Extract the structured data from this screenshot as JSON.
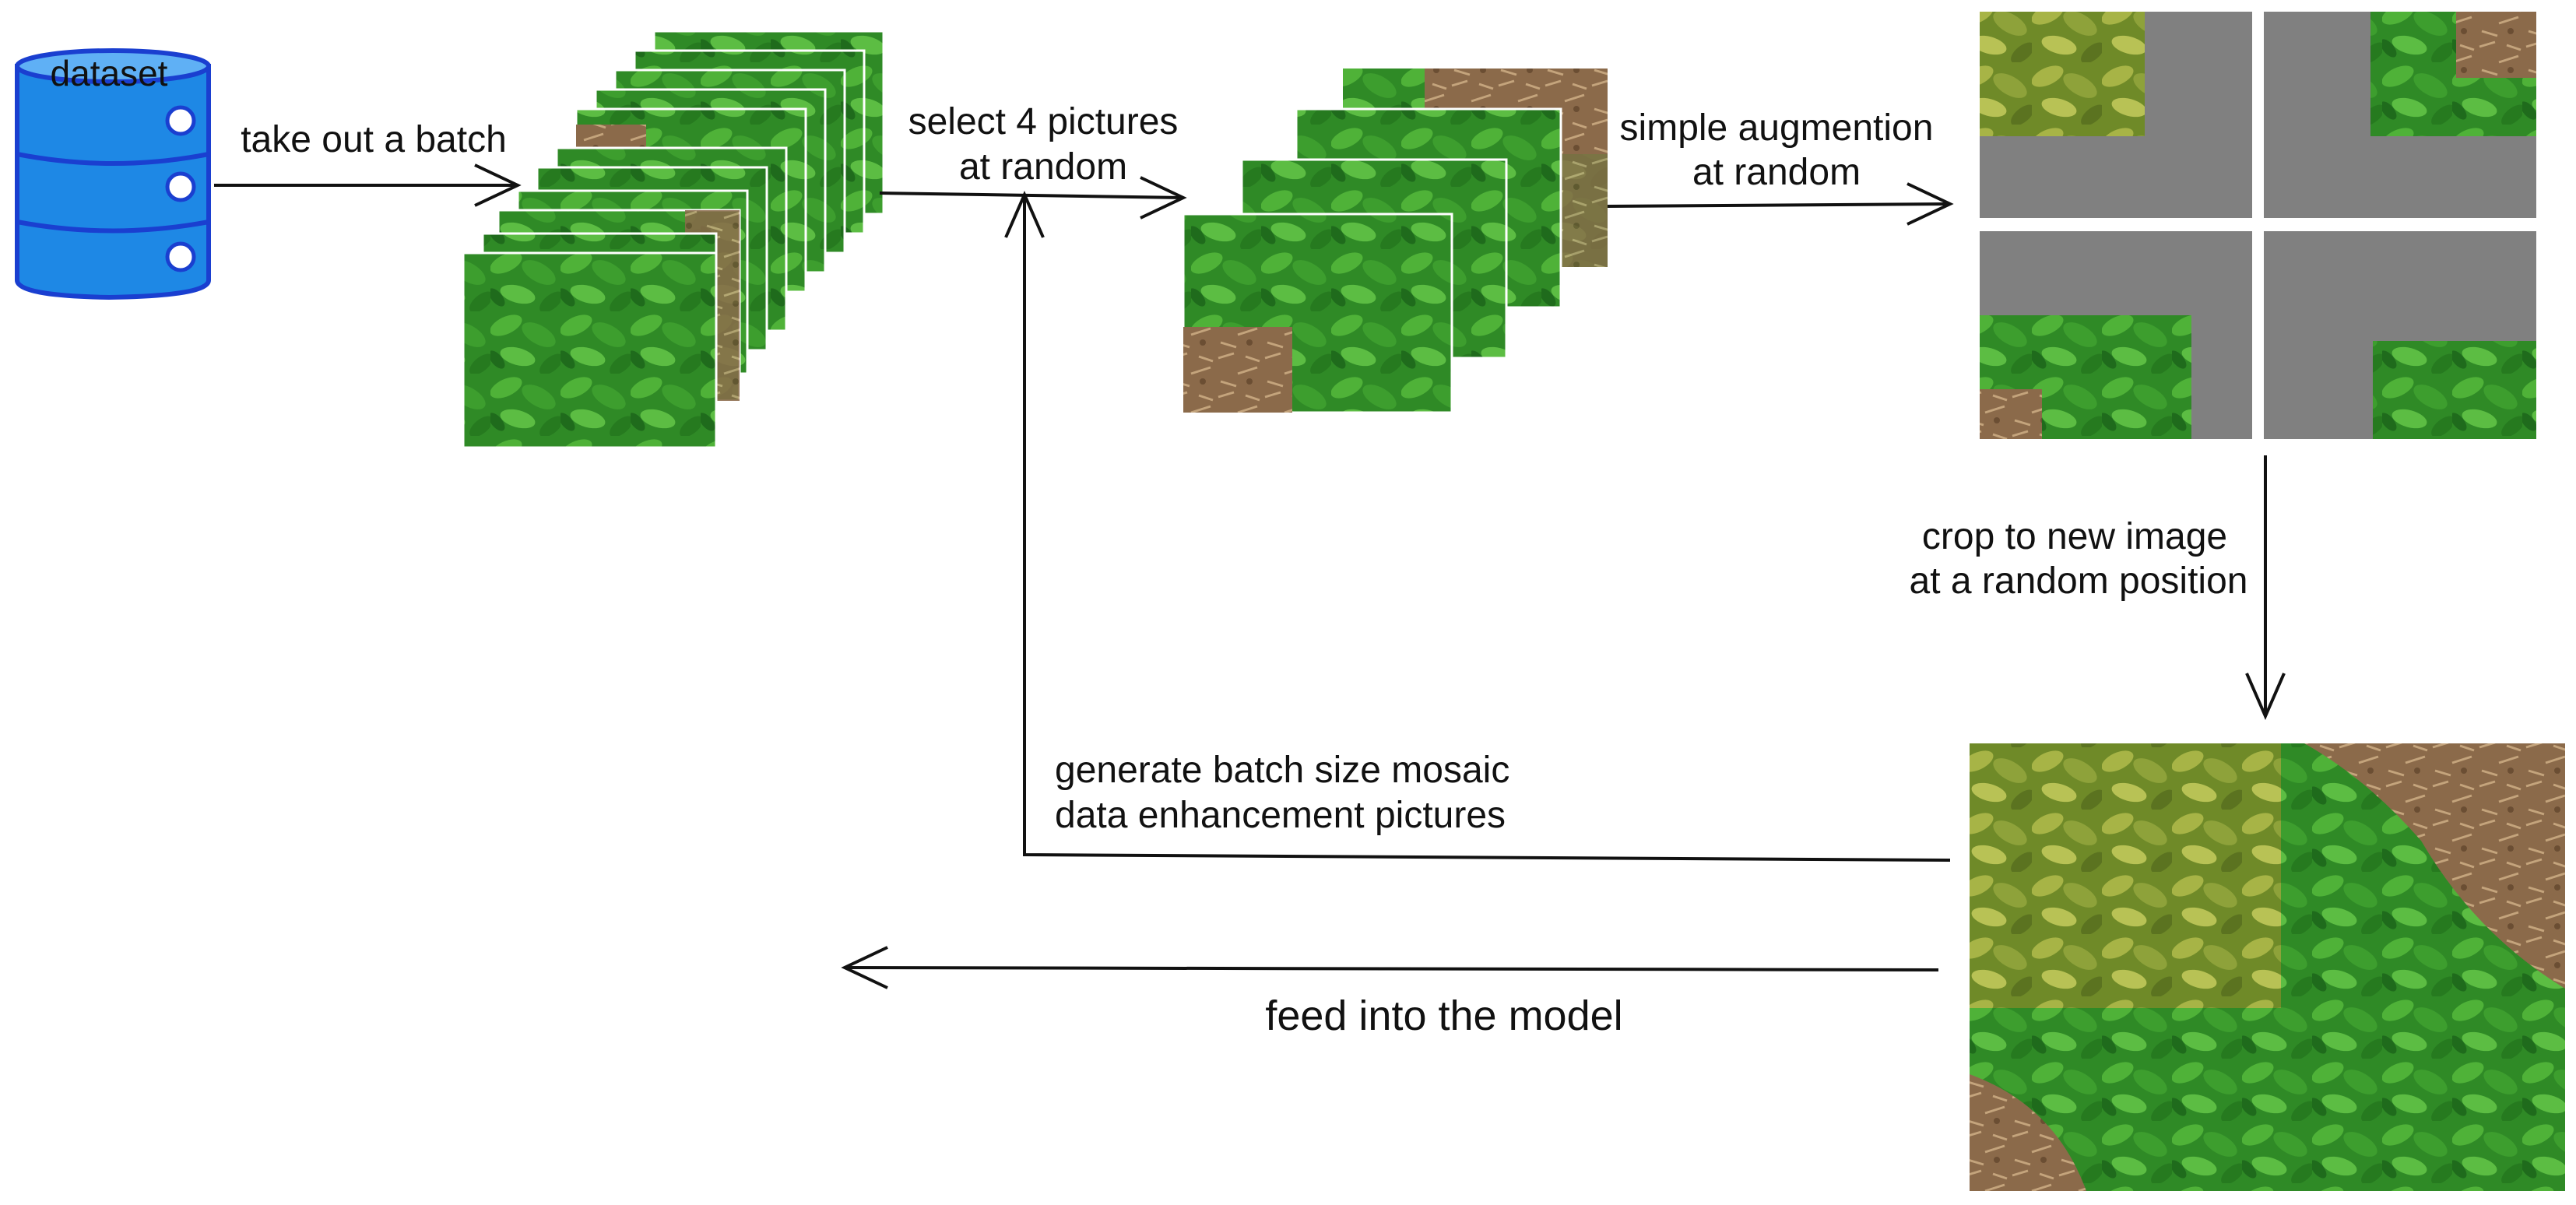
{
  "labels": {
    "dataset": "dataset",
    "take_batch": "take out a batch",
    "select_line1": "select 4 pictures",
    "select_line2": "at random",
    "augment_line1": "simple augmention",
    "augment_line2": "at random",
    "crop_line1": "crop to new image",
    "crop_line2": "at a random position",
    "generate_line1": "generate batch size mosaic",
    "generate_line2": "data enhancement pictures",
    "feed": "feed into the model"
  },
  "colors": {
    "database_fill": "#1e88e5",
    "database_stroke": "#1a3fd0",
    "leaf_green": "#3a9a2c",
    "leaf_dark": "#1f6b1c",
    "leaf_yellow": "#8ea23a",
    "soil": "#8b6a4a",
    "pad_gray": "#808080",
    "arrow": "#111111"
  },
  "icons": {
    "database": "database-icon",
    "arrow": "arrow-icon"
  }
}
